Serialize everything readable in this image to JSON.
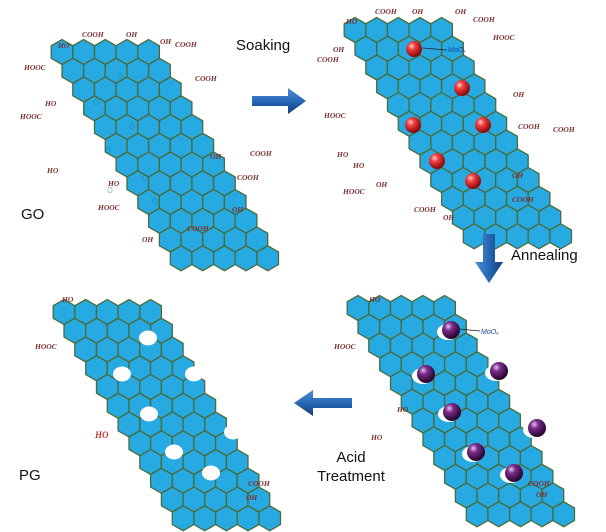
{
  "labels": {
    "soaking": "Soaking",
    "go": "GO",
    "annealing": "Annealing",
    "pg": "PG",
    "acid_line1": "Acid",
    "acid_line2": "Treatment"
  },
  "annotations": {
    "moox_step2": "MoOₓ",
    "moox_step3": "MoOₓ"
  },
  "functional_groups": {
    "go": [
      "COOH",
      "OH",
      "OH",
      "HO",
      "COOH",
      "HOOC",
      "COOH",
      "HO",
      "HOOC",
      "OH",
      "HO",
      "COOH",
      "COOH",
      "HOOC",
      "OH",
      "HO",
      "COOH",
      "OH"
    ],
    "step2": [
      "COOH",
      "OH",
      "OH",
      "HO",
      "COOH",
      "OH",
      "HOOC",
      "COOH",
      "HOOC",
      "OH",
      "HO",
      "COOH",
      "COOH",
      "HO",
      "OH",
      "HOOC",
      "COOH",
      "OH",
      "OH",
      "COOH"
    ],
    "step3": [
      "HO",
      "HOOC",
      "HO",
      "HO",
      "COOH",
      "OH"
    ],
    "pg": [
      "HO",
      "HOOC",
      "HO",
      "COOH",
      "OH"
    ]
  },
  "colors": {
    "hex_fill": "#27a9e1",
    "hex_stroke": "#4a6b3a",
    "arrow": "#2463b0",
    "nanoparticle_red": "#e8202a",
    "nanoparticle_purple": "#5a1a6a",
    "pore": "#ffffff"
  }
}
